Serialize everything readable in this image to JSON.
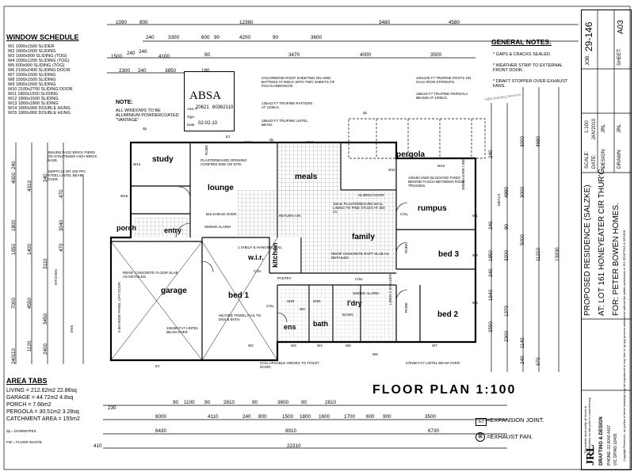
{
  "window_schedule": {
    "title": "WINDOW SCHEDULE",
    "rows": [
      "W1  1000x1500 SLIDER",
      "W2  1800x1500 SLIDING",
      "W3  1000x900 SLIDING (TOG)",
      "W4  1000x1200 SLIDING (TOG)",
      "W5  600x900 SLIDING (TOG)",
      "W6  2100x2400 SLIDING DOOR",
      "W7  1500x1500 SLIDING",
      "W8  1500x1500 SLIDING",
      "W9  1800x1500 SLIDING",
      "W10 2100x2700 SLIDING DOOR",
      "W11 1800x1500 SLIDING",
      "W12 1800x1500 SLIDING",
      "W13 1800x1800 SLIDING",
      "W14 1800x900  DOUBLE HUNG",
      "W15 1800x900  DOUBLE HUNG"
    ]
  },
  "note": {
    "title": "NOTE:",
    "text": [
      "ALL WINDOWS TO BE",
      "ALUMINIUM POWDERCOATED",
      "\"VANTAGE\""
    ]
  },
  "stamp": {
    "logo": "ABSA",
    "assessor_label": "Assr #",
    "assessor_no": "20621",
    "ref_no": "60362110",
    "sign_label": "Sign",
    "date_label": "Date",
    "date": "02-02-10"
  },
  "general_notes": {
    "title": "GENERAL NOTES:",
    "items": [
      "* GAPS & CRACKS SEALED.",
      "* WEATHER STRIP TO EXTERNAL FRONT DOOR.",
      "* DRAFT STOPPER OVER EXHAUST FANS."
    ]
  },
  "construction_notes": {
    "roof": "COLORBOND ROOF SHEETING ON HWD BATTENS AT 900c/c WITH TWO SHEETS OF POLYCARBONATE.",
    "rafters": "135x42 F7 TRUPINE RAFTERS AT 1100c/c.",
    "lintel": "185x42 F7 TRUPINE LINTEL BEAM.",
    "posts": "100x100 F7 TRUPINE POSTS ON GALV IRON STIRRUPS.",
    "pergola_beams": "185x42 F7 TRUPINE PERGOLA BEAMS AT 1000c/c.",
    "mba": "MBA Building Services",
    "face_brick": "350x350 FACE BRICK PIERS ON 470x470x600 HIGH BRICK BASE.",
    "pfc": "150PFC18 OR 150 PFC STEEL LINTEL BEAM OVER.",
    "plasterboard": "PLASTERBOARD OPENING CONFIRM SIZE ON SITE.",
    "bulkhead": "BULKHEAD OVER.",
    "return_air": "RETURN AIR.",
    "plasterboard_wall": "10mm PLASTERBOARD WALL LINING TO PINE STUDS AT 300 c/c.",
    "hwd_blocking": "100x50 HWD BLOCKING FIXED BEHIND FASCIA BETWEEN ROOF TRUSSES.",
    "eave": "450mm EAVE LINE.",
    "concrete_floor": "REINF CONCRETE FLOOR SLAB AS DETAILED.",
    "panel_lift": "5.0m WIDE PANEL LIFT DOOR.",
    "lintel_garage": "150x50 F17 LINTEL BEAM OVER.",
    "raft_slab": "REINF CONCRETE RAFT SLAB AS DETAILED.",
    "towel_rail": "HEATED TOWEL RAIL TO ENS & BATH.",
    "hinges": "COLLAPSABLE HINGES TO TOILET DOOR.",
    "lintel_bed2": "275x50 F17 LINTEL BEAM OVER.",
    "sliding_door": "SLIDING DOOR"
  },
  "rooms": {
    "study": "study",
    "lounge": "lounge",
    "meals": "meals",
    "pergola": "pergola",
    "rumpus": "rumpus",
    "porch": "porch",
    "entry": "entry",
    "family": "family",
    "wir": "w.i.r.",
    "kitchen": "kitchen",
    "bed3": "bed 3",
    "garage": "garage",
    "bed1": "bed 1",
    "ens": "ens",
    "bath": "bath",
    "ldry": "l'dry",
    "bed2": "bed 2"
  },
  "labels": {
    "robe": "ROBE",
    "shelf": "1 SHELF & HANGING RAIL",
    "smoke": "SMOKE ALARM",
    "pantry": "PANTRY",
    "csl": "C/SL",
    "dp": "dp",
    "ej": "EJ",
    "wc": "WC",
    "shr": "SHR",
    "basin": "BASIN",
    "linen": "LINEN 5 SHELVES",
    "kitchen_side": "KITCHEN",
    "ens_side": "ENS",
    "meals_side": "MEALS"
  },
  "windows": [
    "W13",
    "W12",
    "W11",
    "W14",
    "W15",
    "W10",
    "W1",
    "W9",
    "W2",
    "W3",
    "W4",
    "W5",
    "W6",
    "W7",
    "W8"
  ],
  "dimensions": {
    "top": [
      "1090",
      "800",
      "12360",
      "3480",
      "4580",
      "240",
      "3300",
      "600",
      "90",
      "4200",
      "90",
      "3600",
      "240",
      "1500",
      "240",
      "4100",
      "90",
      "3470",
      "4000",
      "3500",
      "2300",
      "240",
      "3850",
      "180"
    ],
    "bottom": [
      "90",
      "1100",
      "90",
      "2810",
      "90",
      "3600",
      "90",
      "2810",
      "230",
      "6000",
      "4110",
      "240",
      "800",
      "1500",
      "1800",
      "1600",
      "1700",
      "600",
      "900",
      "3500",
      "6430",
      "8910",
      "6730",
      "22310",
      "410"
    ],
    "left": [
      "4000",
      "4310",
      "1800",
      "3040",
      "1650",
      "1400",
      "3110",
      "7000",
      "4550",
      "3450",
      "1120",
      "2400",
      "110",
      "240",
      "470",
      "470",
      "240",
      "240"
    ],
    "right": [
      "3000",
      "4690",
      "4990",
      "3000",
      "3200",
      "5000",
      "11210",
      "13330",
      "1950",
      "1640",
      "1370",
      "2550",
      "2300",
      "1140",
      "670",
      "240",
      "240",
      "240",
      "90",
      "240"
    ]
  },
  "title": "FLOOR PLAN 1:100",
  "legend": {
    "ej": "=EXPANSION JOINT.",
    "ef": "=EXHAUST FAN.",
    "ej_short": "EJ"
  },
  "area_tabs": {
    "title": "AREA TABS",
    "rows": [
      "LIVING = 212.62m2  22.86sq",
      "GARAGE = 44.72m2  4.8sq",
      "PORCH = 7.66m2",
      "PERGOLA = 30.51m2  3.28sq",
      "CATCHMENT AREA = 155m2"
    ],
    "abbr": [
      "dp = DOWNPIPES.",
      "FW = FLOOR WASTE."
    ]
  },
  "title_block": {
    "job_label": "JOB:",
    "job": "29-146",
    "sheet_label": "SHEET:",
    "sheet": "A03",
    "scale_label": "SCALE:",
    "scale": "1:100",
    "date_label": "DATE:",
    "date": "JAN'2010",
    "design_label": "DESIGN:",
    "design": "JRL",
    "drawn_label": "DRAWN:",
    "drawn": "JRL",
    "project": "PROPOSED RESIDENCE (SALZKE)",
    "address": "AT: LOT 161 HONEYEATER CIR THUR'G.",
    "client": "FOR: PETER BOWEN HOMES.",
    "builder_note": "The builder shall verify all levels & dimensions on site prior to commencing work.",
    "copyright": "Copyright Reserved - no portion of these drawings may be reproduced in any form or by any process whatsoever without the written permission of JRL DRAFTING & DESIGN.",
    "firm": "JRL",
    "firm_full": "DRAFTING & DESIGN",
    "phone": "PHONE: 02 6040 4407",
    "licence": "VIC DP/AD 18405"
  }
}
